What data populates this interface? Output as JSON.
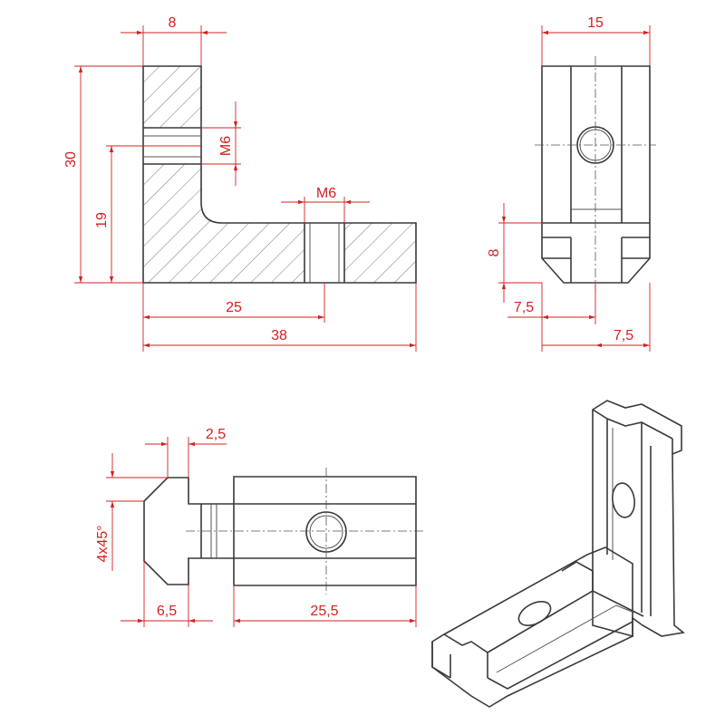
{
  "colors": {
    "dimension": "#d42020",
    "outline": "#3a3a3a",
    "background": "#ffffff"
  },
  "front_view": {
    "width_top": "8",
    "thread_vertical": "M6",
    "thread_horizontal": "M6",
    "height_total": "30",
    "height_to_hole": "19",
    "length_to_hole": "25",
    "length_total": "38"
  },
  "side_view": {
    "width": "15",
    "slot_height": "8",
    "offset_left": "7,5",
    "offset_right": "7,5"
  },
  "top_view": {
    "neck_width": "2,5",
    "chamfer": "4x45°",
    "head_length": "6,5",
    "body_length": "25,5"
  }
}
